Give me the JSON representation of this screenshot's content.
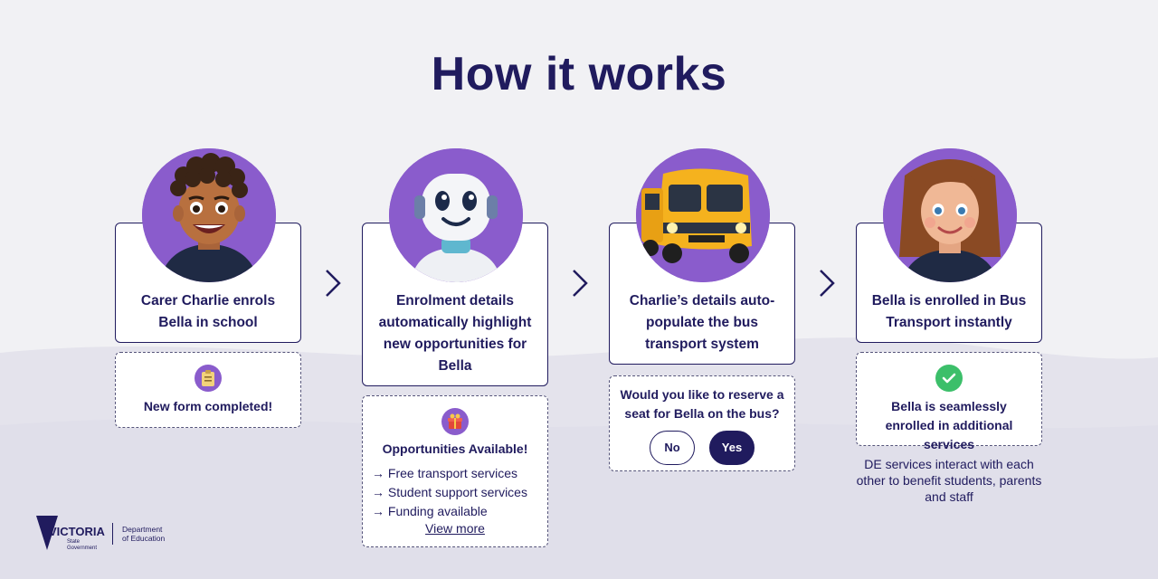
{
  "title": "How it works",
  "colors": {
    "navy": "#201b5e",
    "purple": "#8a5ccc",
    "background": "#f1f1f4",
    "green": "#3cbf6a"
  },
  "steps": [
    {
      "avatar": "carer-charlie-avatar",
      "card_text": "Carer Charlie enrols Bella in school",
      "sub": {
        "icon": "clipboard-icon",
        "text": "New form completed!"
      }
    },
    {
      "avatar": "robot-avatar",
      "card_text": "Enrolment details automatically highlight new opportunities for Bella",
      "sub": {
        "icon": "gift-icon",
        "heading": "Opportunities Available!",
        "items": [
          "→ Free transport services",
          "→ Student support services",
          "→ Funding available"
        ],
        "link": "View more"
      }
    },
    {
      "avatar": "school-bus-avatar",
      "card_text": "Charlie’s details auto-populate the bus transport system",
      "sub": {
        "question": "Would you like to reserve a seat for Bella on the bus?",
        "no_label": "No",
        "yes_label": "Yes"
      }
    },
    {
      "avatar": "bella-avatar",
      "card_text": "Bella is enrolled in Bus Transport instantly",
      "sub": {
        "icon": "check-circle-icon",
        "text": "Bella is seamlessly enrolled in additional services"
      }
    }
  ],
  "note": "DE services interact with each other to benefit students, parents and staff",
  "logo": {
    "brand": "VICTORIA",
    "state_line1": "State",
    "state_line2": "Government",
    "dept_line1": "Department",
    "dept_line2": "of Education"
  }
}
